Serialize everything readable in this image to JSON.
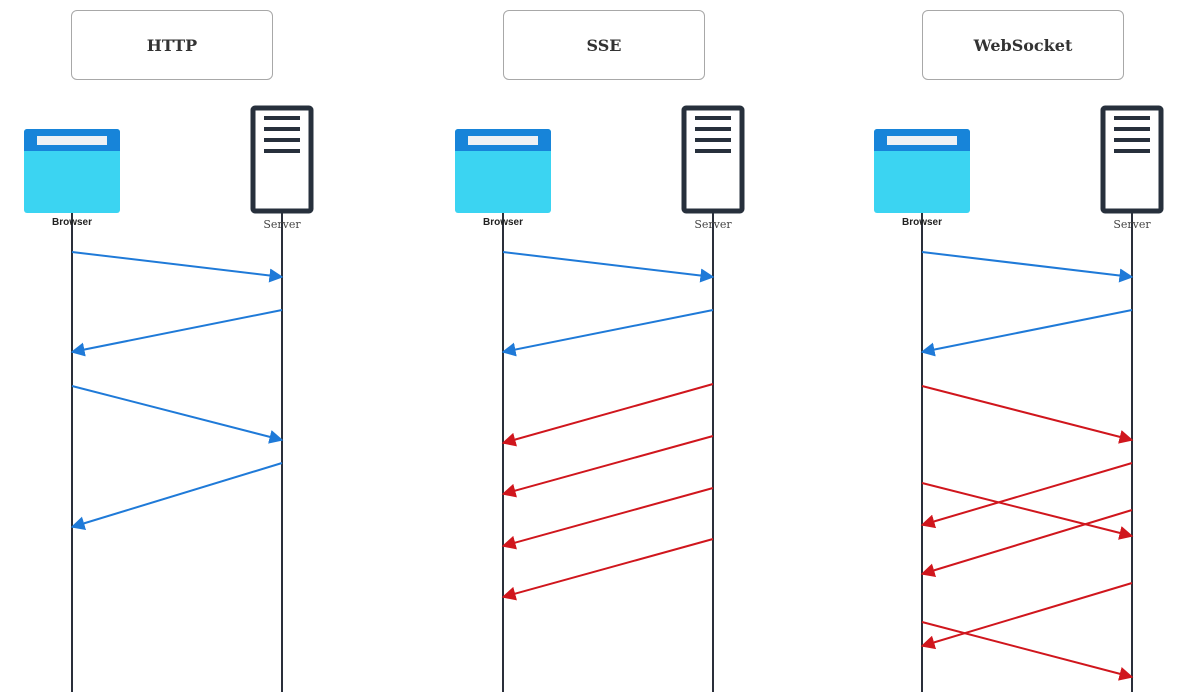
{
  "colors": {
    "request": "#1f7ad8",
    "stream": "#d0161d",
    "lifeline": "#2a2f3a",
    "browser_top": "#1784d9",
    "browser_body": "#3bd4f2",
    "browser_bar": "#eef1f4",
    "server_frame": "#27303c"
  },
  "panels": [
    {
      "title": "HTTP",
      "browser_label": "Browser",
      "server_label": "Server",
      "messages": [
        {
          "from": "browser",
          "to": "server",
          "type": "request"
        },
        {
          "from": "server",
          "to": "browser",
          "type": "request"
        },
        {
          "from": "browser",
          "to": "server",
          "type": "request"
        },
        {
          "from": "server",
          "to": "browser",
          "type": "request"
        }
      ]
    },
    {
      "title": "SSE",
      "browser_label": "Browser",
      "server_label": "Server",
      "messages": [
        {
          "from": "browser",
          "to": "server",
          "type": "request"
        },
        {
          "from": "server",
          "to": "browser",
          "type": "request"
        },
        {
          "from": "server",
          "to": "browser",
          "type": "stream"
        },
        {
          "from": "server",
          "to": "browser",
          "type": "stream"
        },
        {
          "from": "server",
          "to": "browser",
          "type": "stream"
        },
        {
          "from": "server",
          "to": "browser",
          "type": "stream"
        }
      ]
    },
    {
      "title": "WebSocket",
      "browser_label": "Browser",
      "server_label": "Server",
      "messages": [
        {
          "from": "browser",
          "to": "server",
          "type": "request"
        },
        {
          "from": "server",
          "to": "browser",
          "type": "request"
        },
        {
          "from": "browser",
          "to": "server",
          "type": "stream"
        },
        {
          "from": "server",
          "to": "browser",
          "type": "stream"
        },
        {
          "from": "browser",
          "to": "server",
          "type": "stream"
        },
        {
          "from": "server",
          "to": "browser",
          "type": "stream"
        },
        {
          "from": "server",
          "to": "browser",
          "type": "stream"
        },
        {
          "from": "browser",
          "to": "server",
          "type": "stream"
        }
      ]
    }
  ]
}
